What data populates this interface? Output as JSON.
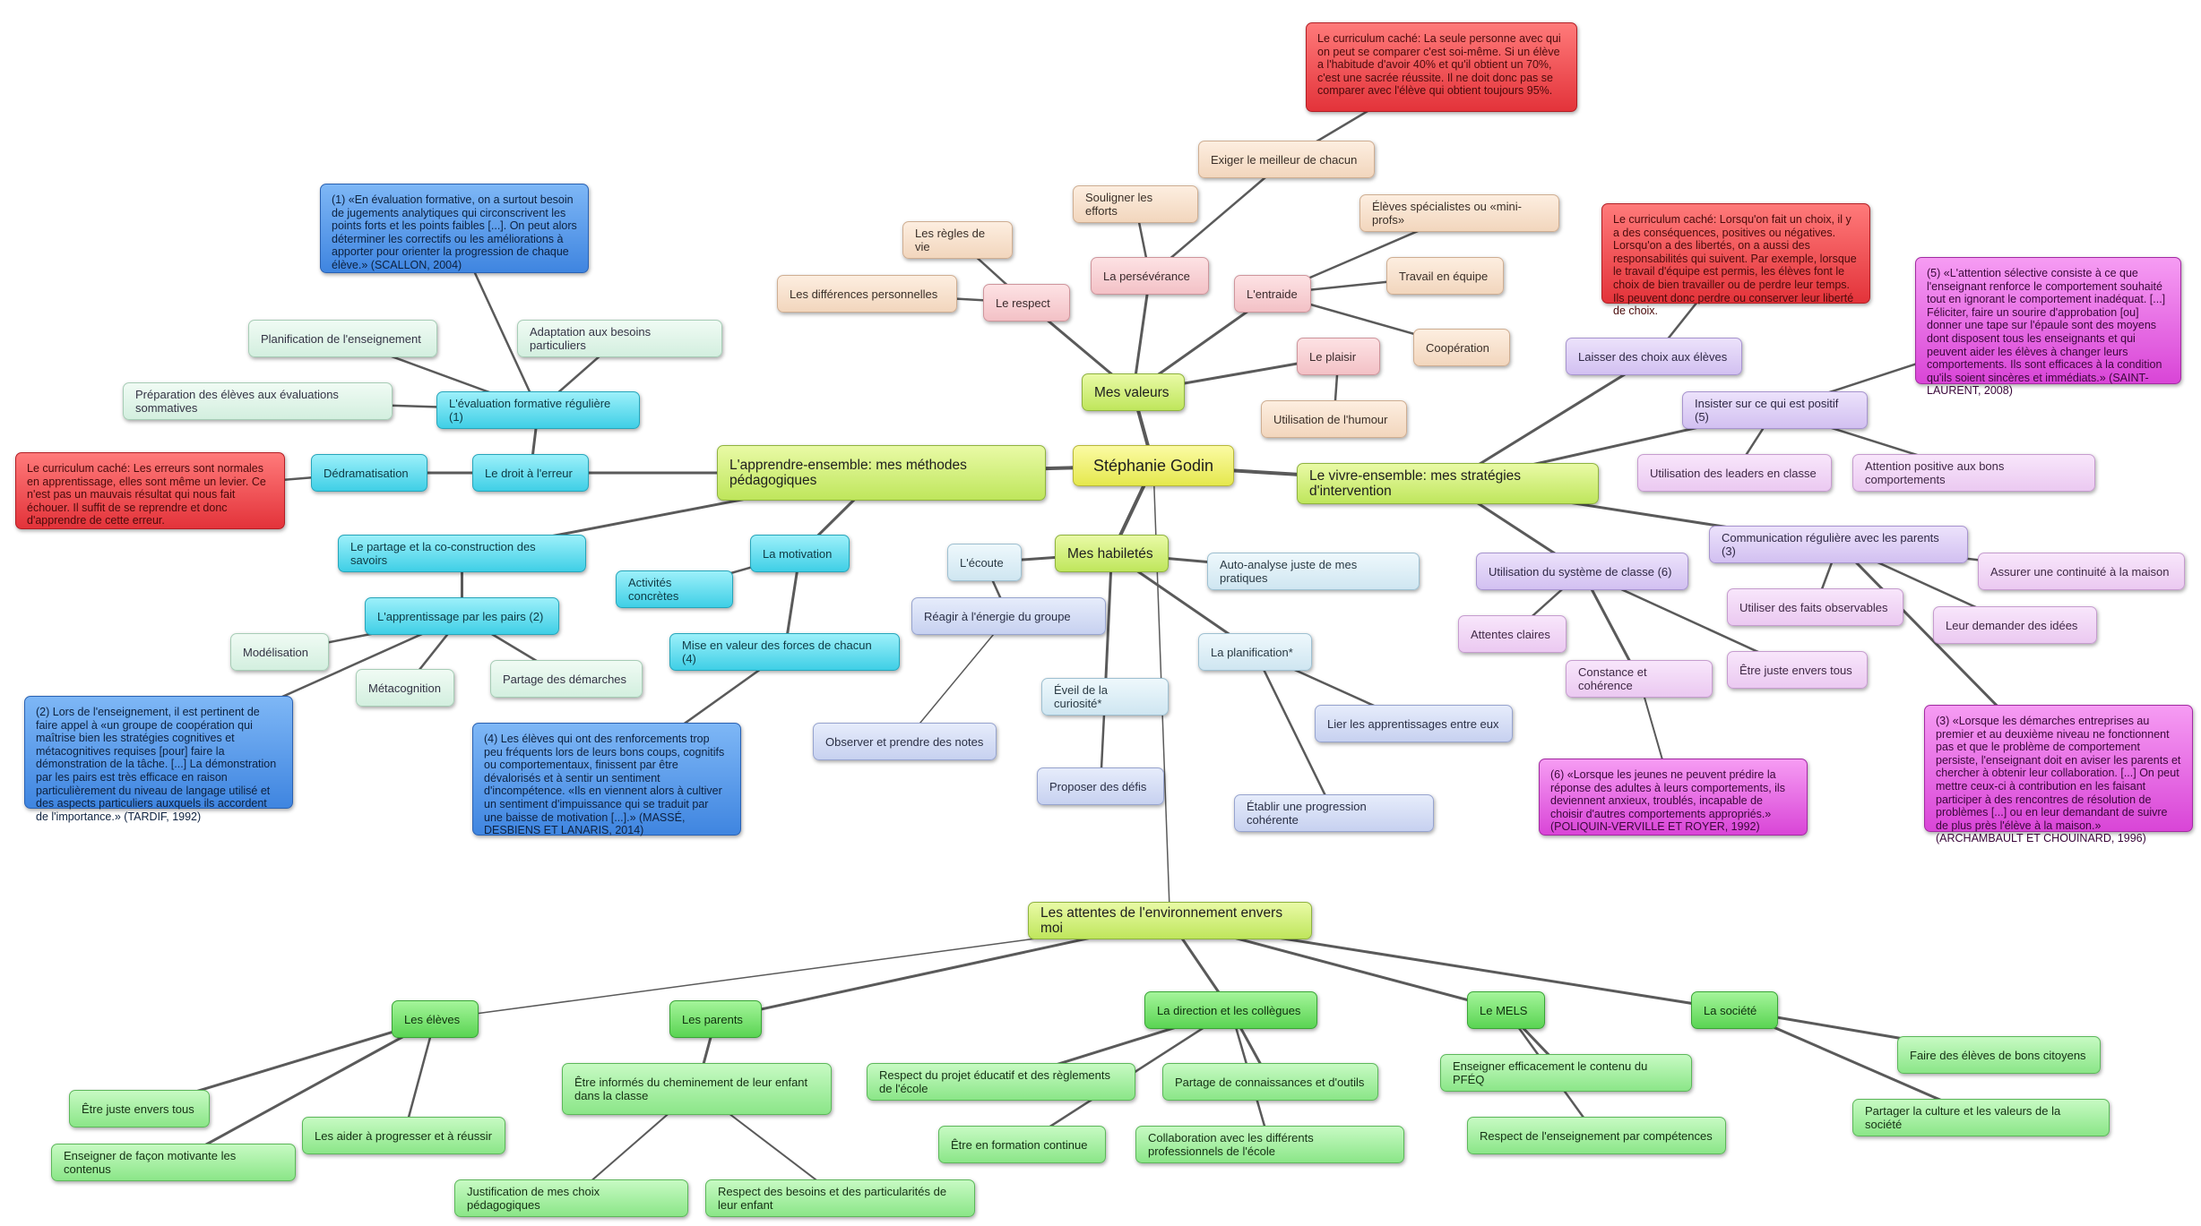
{
  "mindmap": {
    "center": "Stéphanie Godin",
    "branches": {
      "valeurs": {
        "title": "Mes valeurs",
        "respect": "Le respect",
        "regles": "Les règles de vie",
        "differences": "Les différences personnelles",
        "perseverance": "La persévérance",
        "efforts": "Souligner les efforts",
        "exiger": "Exiger le meilleur de chacun",
        "curr_perseverance": "Le curriculum caché: La seule personne avec qui on peut se comparer c'est soi-même. Si un élève a l'habitude d'avoir 40% et qu'il obtient un 70%, c'est une sacrée réussite. Il ne doit donc pas se comparer avec l'élève qui obtient toujours 95%.",
        "entraide": "L'entraide",
        "specialistes": "Élèves spécialistes ou  «mini-profs»",
        "travail_equipe": "Travail en équipe",
        "cooperation": "Coopération",
        "plaisir": "Le plaisir",
        "humour": "Utilisation de l'humour"
      },
      "apprendre": {
        "title": "L'apprendre-ensemble: mes méthodes pédagogiques",
        "droit_erreur": "Le droit à l'erreur",
        "dedramatisation": "Dédramatisation",
        "curr_erreur": "Le curriculum caché: Les erreurs sont normales en apprentissage, elles sont même un levier. Ce n'est pas un mauvais résultat qui nous fait échouer. Il suffit de se reprendre et donc d'apprendre de cette erreur.",
        "eval_formative": "L'évaluation formative régulière (1)",
        "planification_ens": "Planification de l'enseignement",
        "adaptation": "Adaptation aux besoins particuliers",
        "preparation": "Préparation des élèves aux évaluations sommatives",
        "note1": "(1) «En évaluation formative, on a surtout besoin de jugements analytiques qui circonscrivent les points forts et les points faibles [...]. On peut alors déterminer les correctifs ou les améliorations à apporter pour orienter la progression de chaque élève.» (SCALLON, 2004)",
        "partage_co": "Le partage et la co-construction des savoirs",
        "pairs": "L'apprentissage par les pairs (2)",
        "modelisation": "Modélisation",
        "metacognition": "Métacognition",
        "partage_demarches": "Partage des démarches",
        "note2": "(2) Lors de l'enseignement, il est pertinent de faire appel à «un groupe de coopération qui maîtrise bien les stratégies cognitives et métacognitives requises [pour] faire la démonstration de la tâche. [...] La démonstration par les pairs est très efficace en raison particulièrement du niveau de langage utilisé et des aspects particuliers auxquels ils accordent de l'importance.» (TARDIF, 1992)",
        "motivation": "La motivation",
        "activites": "Activités concrètes",
        "mise_valeur": "Mise en valeur des forces de chacun (4)",
        "note4": "(4) Les élèves qui ont des renforcements trop peu fréquents lors de leurs bons coups, cognitifs ou comportementaux, finissent par être dévalorisés et à sentir un sentiment d'incompétence. «Ils en viennent alors à cultiver un sentiment d'impuissance qui se traduit par une baisse de motivation [...].» (MASSÉ, DESBIENS ET LANARIS, 2014)"
      },
      "habiletes": {
        "title": "Mes habiletés",
        "ecoute": "L'écoute",
        "reagir": "Réagir à l'énergie du groupe",
        "observer": "Observer et prendre des notes",
        "auto_analyse": "Auto-analyse juste de mes pratiques",
        "planification": "La planification*",
        "lier": "Lier les apprentissages entre eux",
        "progression": "Établir une progression cohérente",
        "curiosite": "Éveil de la curiosité*",
        "defis": "Proposer des défis"
      },
      "vivre": {
        "title": "Le vivre-ensemble: mes stratégies d'intervention",
        "choix": "Laisser des choix aux élèves",
        "curr_choix": "Le curriculum caché: Lorsqu'on fait un choix, il y a des conséquences, positives ou négatives. Lorsqu'on a des libertés, on a aussi des responsabilités qui suivent. Par exemple, lorsque le travail d'équipe est permis, les élèves font le choix de bien travailler ou de perdre leur temps. Ils peuvent donc perdre ou conserver leur liberté de choix.",
        "positif": "Insister sur ce qui est positif (5)",
        "note5": "(5) «L'attention sélective consiste à ce que l'enseignant renforce le comportement souhaité tout en ignorant le comportement inadéquat. [...] Féliciter, faire un sourire d'approbation [ou] donner une tape sur l'épaule sont des moyens dont disposent tous les enseignants et qui peuvent aider les élèves à changer leurs comportements. Ils sont efficaces à la condition qu'ils soient sincères et immédiats.» (SAINT-LAURENT, 2008)",
        "leaders": "Utilisation des leaders en classe",
        "attention": "Attention positive aux bons comportements",
        "systeme": "Utilisation du système de classe (6)",
        "attentes": "Attentes claires",
        "constance": "Constance et cohérence",
        "juste": "Être juste envers tous",
        "note6": "(6) «Lorsque les jeunes ne peuvent prédire la réponse des adultes à leurs comportements, ils deviennent anxieux, troublés, incapable de choisir d'autres comportements appropriés.» (POLIQUIN-VERVILLE ET ROYER, 1992)",
        "communication": "Communication régulière avec les parents (3)",
        "continuite": "Assurer une continuité à la maison",
        "faits": "Utiliser des faits observables",
        "idees": "Leur demander des idées",
        "note3": "(3) «Lorsque les démarches entreprises au premier et au deuxième niveau ne fonctionnent pas et que le problème de comportement persiste, l'enseignant doit en aviser les parents et chercher à obtenir leur collaboration. [...] On peut mettre ceux-ci à contribution en les faisant participer à des rencontres de résolution de problèmes [...] ou en leur demandant de suivre de plus près l'élève à la maison.» (ARCHAMBAULT ET CHOUINARD, 1996)"
      },
      "attentes_env": {
        "title": "Les attentes de l'environnement envers moi",
        "eleves": "Les élèves",
        "eleves_juste": "Être juste envers tous",
        "eleves_aider": "Les aider à progresser et à réussir",
        "eleves_motivante": "Enseigner de façon motivante les contenus",
        "parents": "Les parents",
        "parents_informes": "Être informés du cheminement de leur enfant dans la classe",
        "parents_justification": "Justification de mes choix pédagogiques",
        "parents_respect": "Respect des besoins et des particularités de leur enfant",
        "direction": "La direction et les collègues",
        "dir_projet": "Respect du projet éducatif et des règlements de l'école",
        "dir_partage": "Partage de connaissances et d'outils",
        "dir_formation": "Être en formation continue",
        "dir_collaboration": "Collaboration avec les différents professionnels de l'école",
        "mels": "Le MELS",
        "mels_pfeq": "Enseigner efficacement le contenu du PFÉQ",
        "mels_competences": "Respect de l'enseignement par compétences",
        "societe": "La société",
        "soc_citoyens": "Faire des élèves de bons citoyens",
        "soc_culture": "Partager la culture et les valeurs de la société"
      }
    }
  }
}
